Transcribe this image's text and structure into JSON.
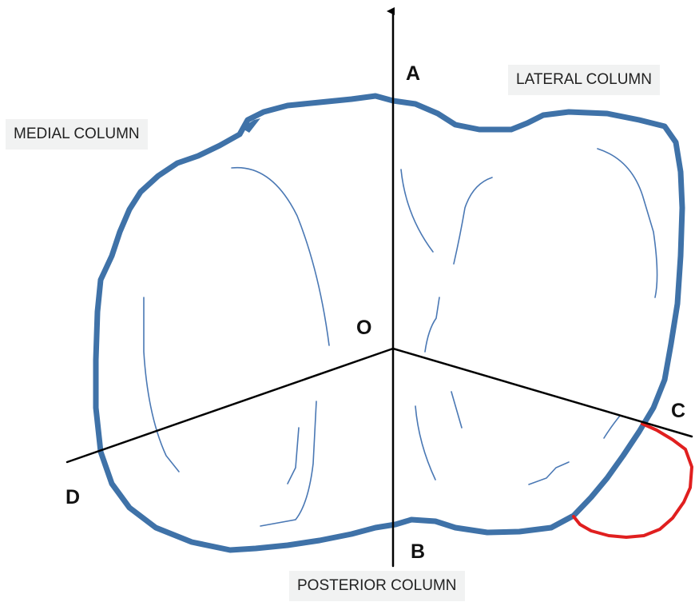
{
  "labels": {
    "medial_column": "MEDIAL COLUMN",
    "lateral_column": "LATERAL COLUMN",
    "posterior_column": "POSTERIOR COLUMN"
  },
  "points": {
    "a": "A",
    "b": "B",
    "c": "C",
    "d": "D",
    "o": "O"
  },
  "colors": {
    "outline": "#3f72a8",
    "axes": "#000000",
    "fragment": "#e01f1f",
    "contours": "#4a78b4",
    "label_background": "#f1f2f2"
  }
}
